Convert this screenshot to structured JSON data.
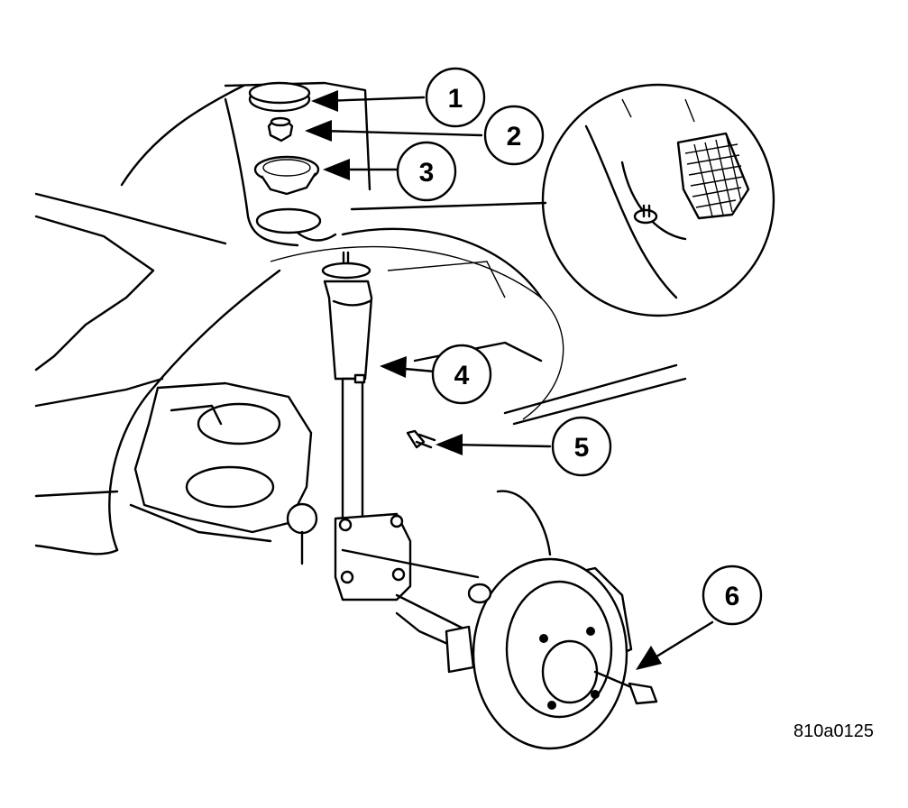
{
  "figure_id": "810a0125",
  "callouts": [
    {
      "label": "1"
    },
    {
      "label": "2"
    },
    {
      "label": "3"
    },
    {
      "label": "4"
    },
    {
      "label": "5"
    },
    {
      "label": "6"
    }
  ],
  "colors": {
    "ink": "#000000",
    "paper": "#ffffff"
  }
}
